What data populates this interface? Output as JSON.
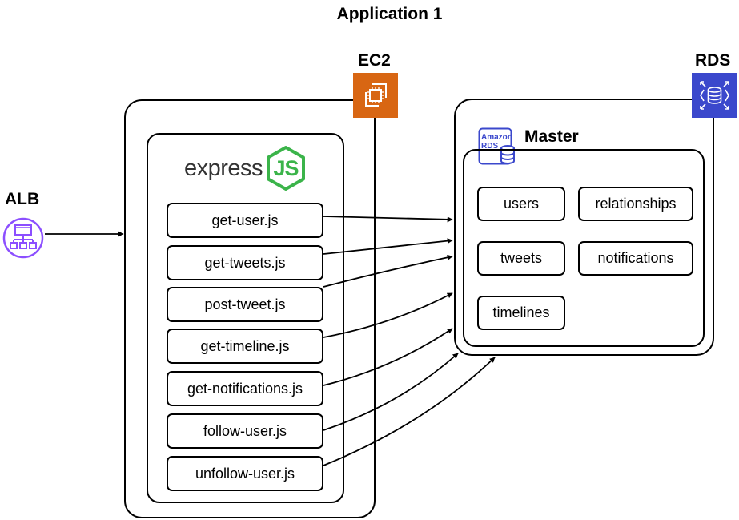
{
  "title": "Application 1",
  "alb": {
    "label": "ALB",
    "icon": "load-balancer-icon",
    "color": "#8c4fff"
  },
  "ec2": {
    "label": "EC2",
    "icon": "ec2-instance-icon",
    "color": "#d86613",
    "framework": {
      "text": "express",
      "badge": "JS",
      "color": "#3bb44a"
    },
    "functions": [
      {
        "label": "get-user.js"
      },
      {
        "label": "get-tweets.js"
      },
      {
        "label": "post-tweet.js"
      },
      {
        "label": "get-timeline.js"
      },
      {
        "label": "get-notifications.js"
      },
      {
        "label": "follow-user.js"
      },
      {
        "label": "unfollow-user.js"
      }
    ]
  },
  "rds": {
    "label": "RDS",
    "icon": "rds-icon",
    "color": "#3b48cc",
    "master": {
      "label": "Master",
      "badge_line1": "Amazon",
      "badge_line2": "RDS",
      "tables": [
        {
          "label": "users"
        },
        {
          "label": "relationships"
        },
        {
          "label": "tweets"
        },
        {
          "label": "notifications"
        },
        {
          "label": "timelines"
        }
      ]
    }
  }
}
